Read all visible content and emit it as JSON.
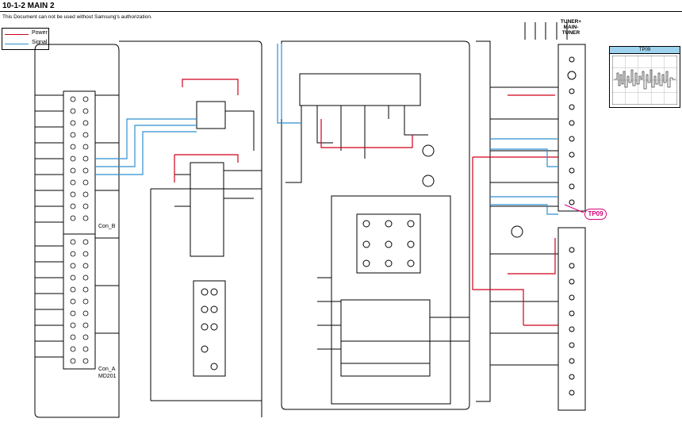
{
  "header": {
    "title": "10-1-2 MAIN 2",
    "notice": "This Document can not be used without Samsung's authorization."
  },
  "legend": {
    "power_label": "Power",
    "signal_label": "Signal",
    "power_color": "#d0021b",
    "signal_color": "#2f8fd0"
  },
  "test_point": {
    "name": "TP09",
    "scope_title": "TP09",
    "badge_color": "#d6007a"
  },
  "connectors": {
    "cona_label": "Con_B",
    "conb_label": "Con_A",
    "conb_ref": "MD201"
  },
  "tuner": {
    "label_line1": "TUNER+",
    "label_line2": "MAIN-TUNER"
  },
  "colors": {
    "wire": "#000000",
    "power": "#d0021b",
    "signal": "#2f8fd0",
    "magenta": "#d6007a"
  }
}
